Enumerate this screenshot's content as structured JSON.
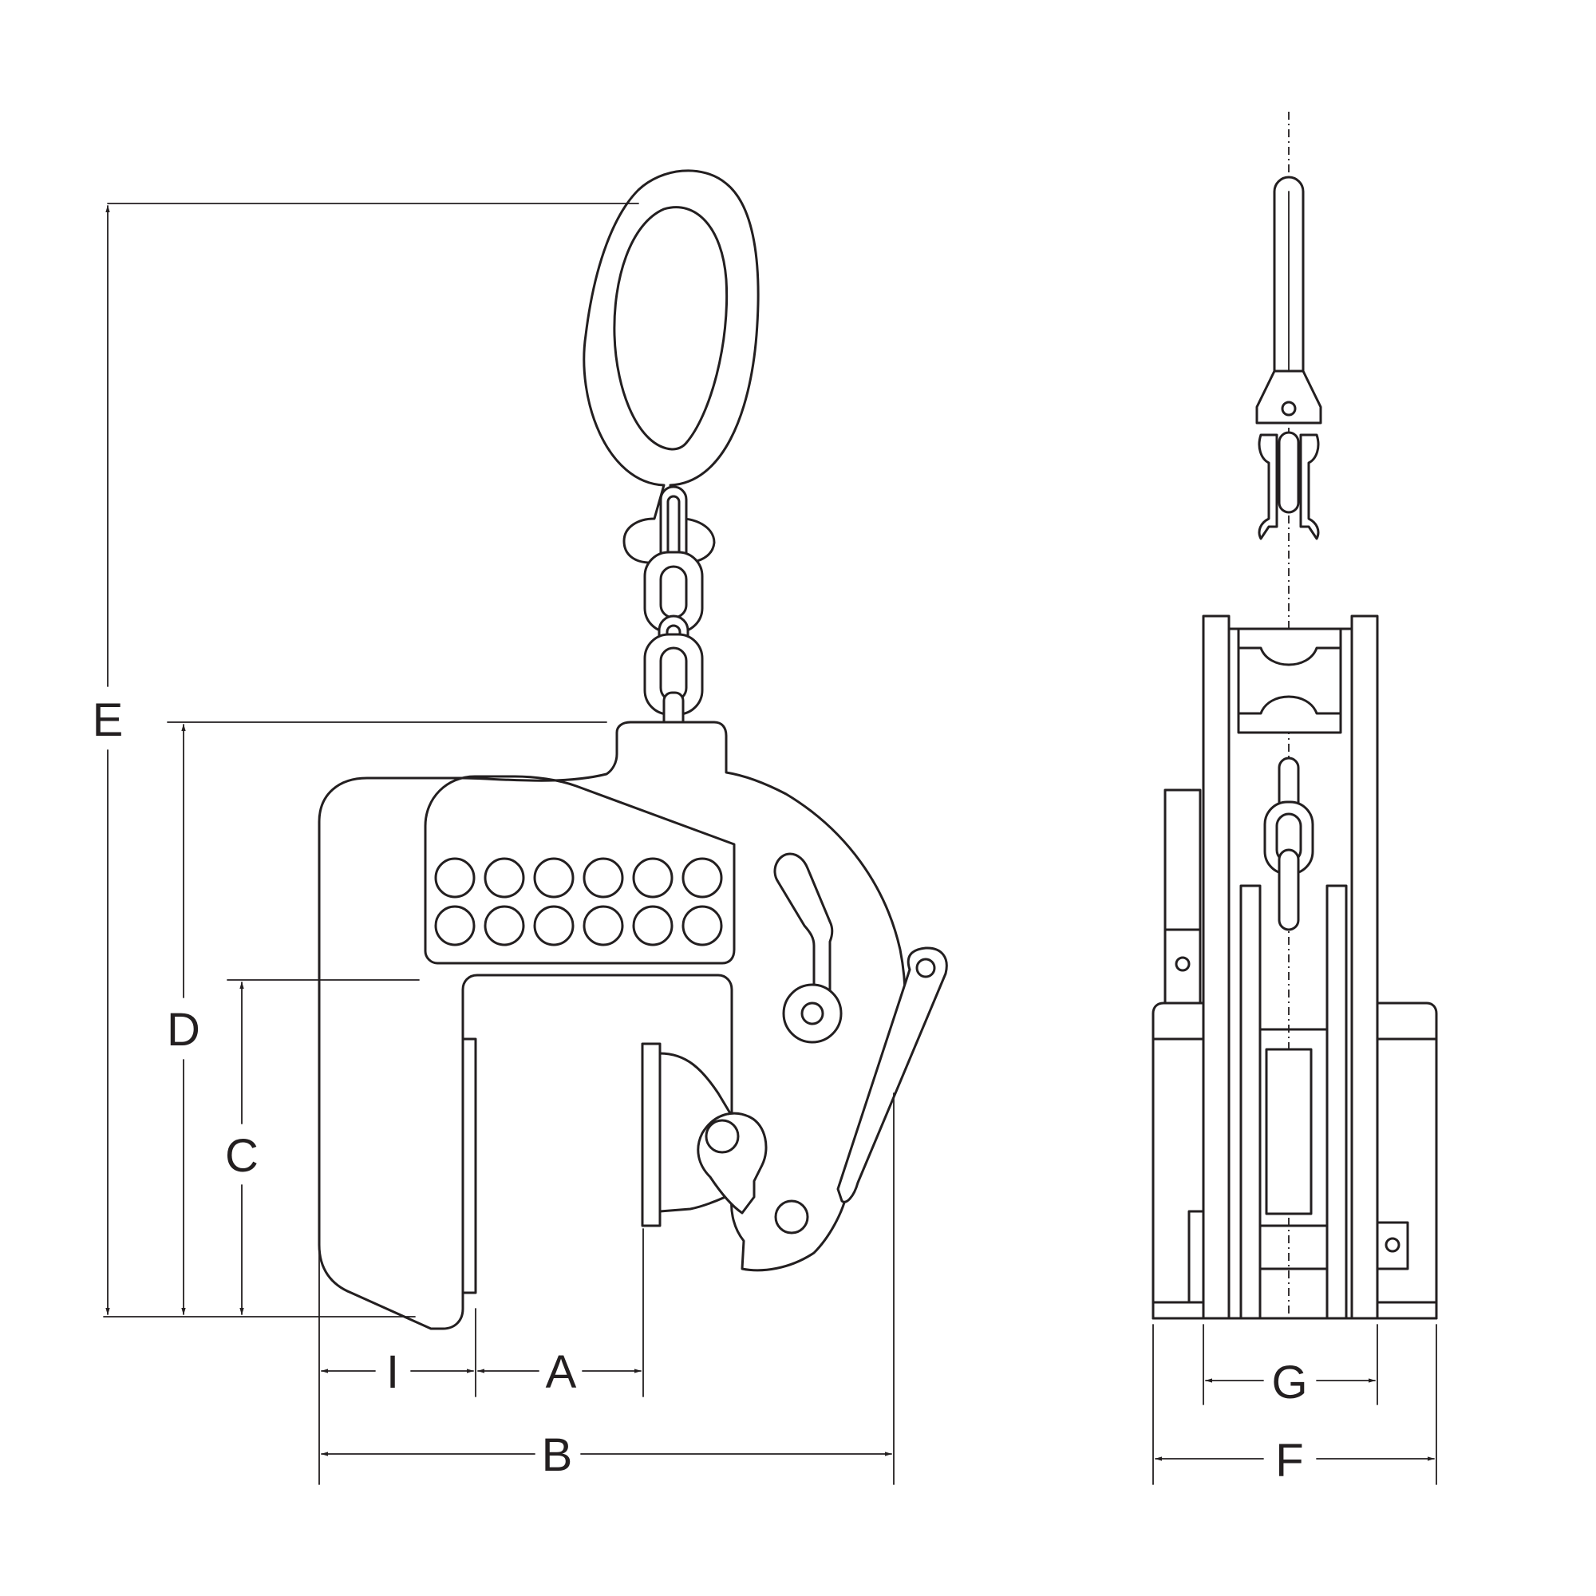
{
  "diagram": {
    "labels": {
      "A": "A",
      "B": "B",
      "C": "C",
      "D": "D",
      "E": "E",
      "F": "F",
      "G": "G",
      "I": "I"
    },
    "line_color": "#231f20",
    "background": "#ffffff"
  }
}
